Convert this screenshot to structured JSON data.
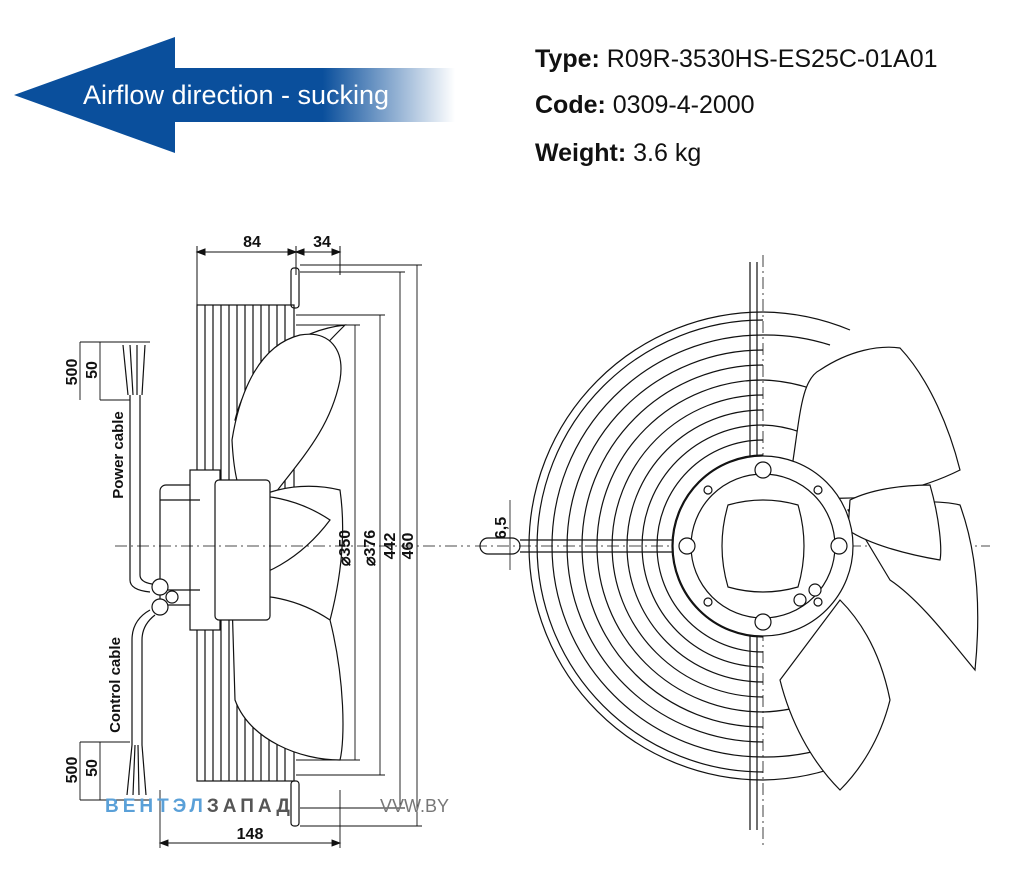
{
  "airflow": {
    "label": "Airflow direction - sucking",
    "color": "#0a4f9c"
  },
  "specs": [
    {
      "key": "Type:",
      "value": "R09R-3530HS-ES25C-01A01"
    },
    {
      "key": "Code:",
      "value": "0309-4-2000"
    },
    {
      "key": "Weight:",
      "value": "3.6 kg"
    }
  ],
  "dimensions": {
    "top_a": "84",
    "top_b": "34",
    "bottom": "148",
    "d350": "⌀350",
    "d376": "⌀376",
    "h442": "442",
    "h460": "460",
    "slot": "6,5",
    "cable_top_500": "500",
    "cable_top_50": "50",
    "cable_bot_500": "500",
    "cable_bot_50": "50"
  },
  "cables": {
    "power": "Power cable",
    "control": "Control cable"
  },
  "watermark": {
    "brand_a": "ВЕНТЭЛ",
    "brand_b": "ЗАПАД",
    "site": "VVW.BY",
    "color_a": "#5aa0d8",
    "color_b": "#555555"
  }
}
